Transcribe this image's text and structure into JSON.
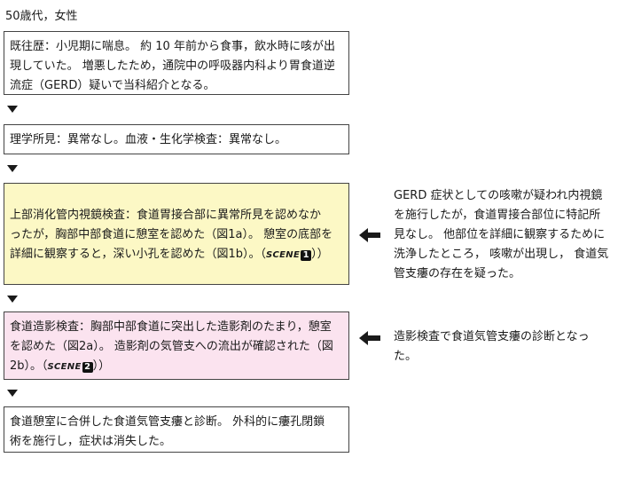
{
  "header": "50歳代，女性",
  "boxes": [
    {
      "lines": [
        "既往歴：小児期に喘息。 約 10 年前から食事，飲水時に咳が出",
        "現していた。 増悪したため，通院中の呼吸器内科より胃食道逆",
        "流症（GERD）疑いで当科紹介となる。"
      ]
    },
    {
      "lines": [
        "理学所見：異常なし。血液・生化学検査：異常なし。"
      ]
    },
    {
      "lines": [
        "上部消化管内視鏡検査：食道胃接合部に異常所見を認めなか",
        "ったが，胸部中部食道に憩室を認めた（図1a）。 憩室の底部を",
        "詳細に観察すると，深い小孔を認めた（図1b）。（",
        "））"
      ],
      "scene_label": "SCENE",
      "scene_num": "1"
    },
    {
      "lines": [
        "食道造影検査：胸部中部食道に突出した造影剤のたまり，憩室",
        "を認めた（図2a）。 造影剤の気管支への流出が確認された（図",
        "2b）。（",
        "））"
      ],
      "scene_label": "SCENE",
      "scene_num": "2"
    },
    {
      "lines": [
        "食道憩室に合併した食道気管支瘻と診断。 外科的に瘻孔閉鎖",
        "術を施行し，症状は消失した。"
      ]
    }
  ],
  "notes": [
    {
      "lines": [
        "GERD 症状としての咳嗽が疑われ内視鏡",
        "を施行したが，食道胃接合部位に特記所",
        "見なし。 他部位を詳細に観察するために",
        "洗浄したところ， 咳嗽が出現し， 食道気",
        "管支瘻の存在を疑った。"
      ]
    },
    {
      "lines": [
        "造影検査で食道気管支瘻の診断となっ",
        "た。"
      ]
    }
  ],
  "colors": {
    "highlight_yellow": "#fcf8c5",
    "highlight_pink": "#fbe3ef",
    "border": "#444444",
    "arrow": "#1a1a1a"
  }
}
